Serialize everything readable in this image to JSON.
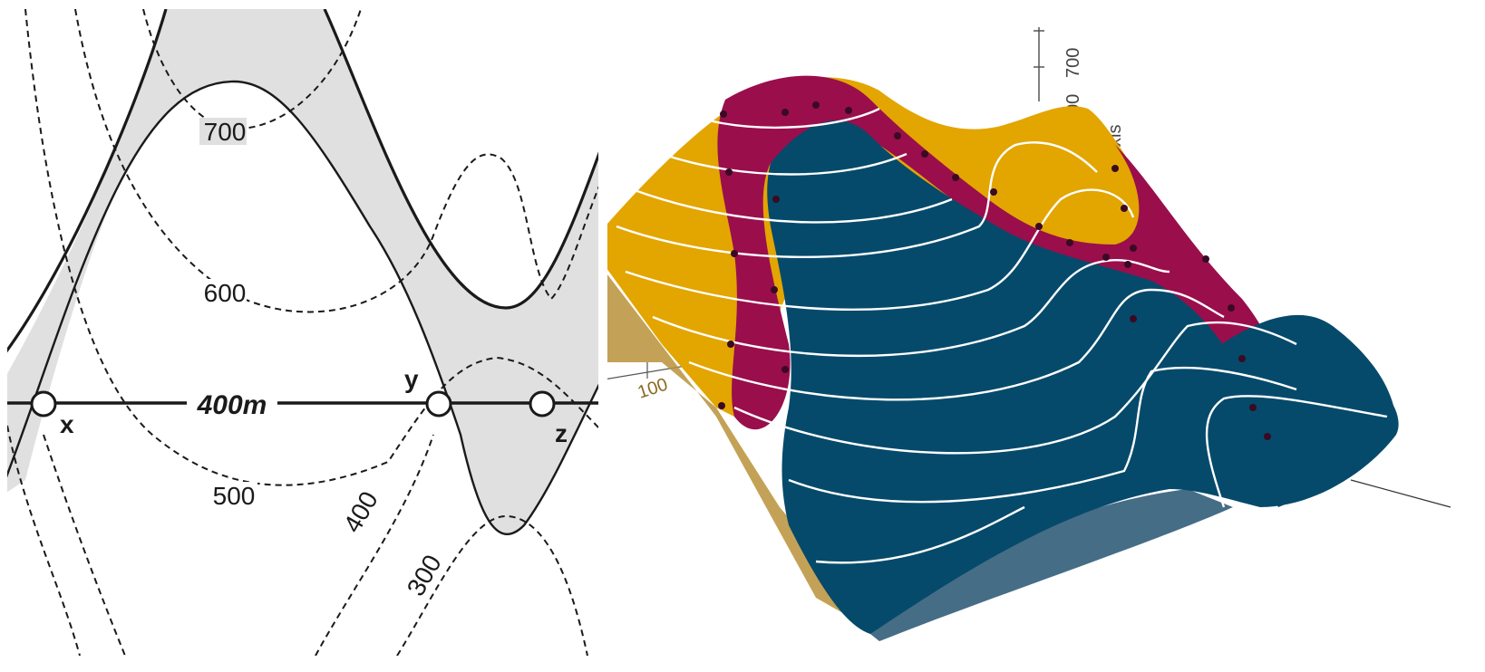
{
  "left_map": {
    "contour_labels": [
      "700",
      "600",
      "500",
      "400",
      "300"
    ],
    "baseline_label": "400m",
    "point_labels": [
      "x",
      "y",
      "z"
    ],
    "colors": {
      "band_fill": "#e0e0e0",
      "line": "#1a1a1a",
      "point_fill": "#ffffff"
    }
  },
  "right_model": {
    "axis_tick_labels": [
      "700",
      "00",
      "100"
    ],
    "axis_label_fragment": "xis",
    "colors": {
      "gold": "#e3a500",
      "crimson": "#9a0e4c",
      "teal": "#064a6b",
      "contour": "#ffffff",
      "side_gold": "#b8923a",
      "side_teal": "#466d86"
    }
  }
}
